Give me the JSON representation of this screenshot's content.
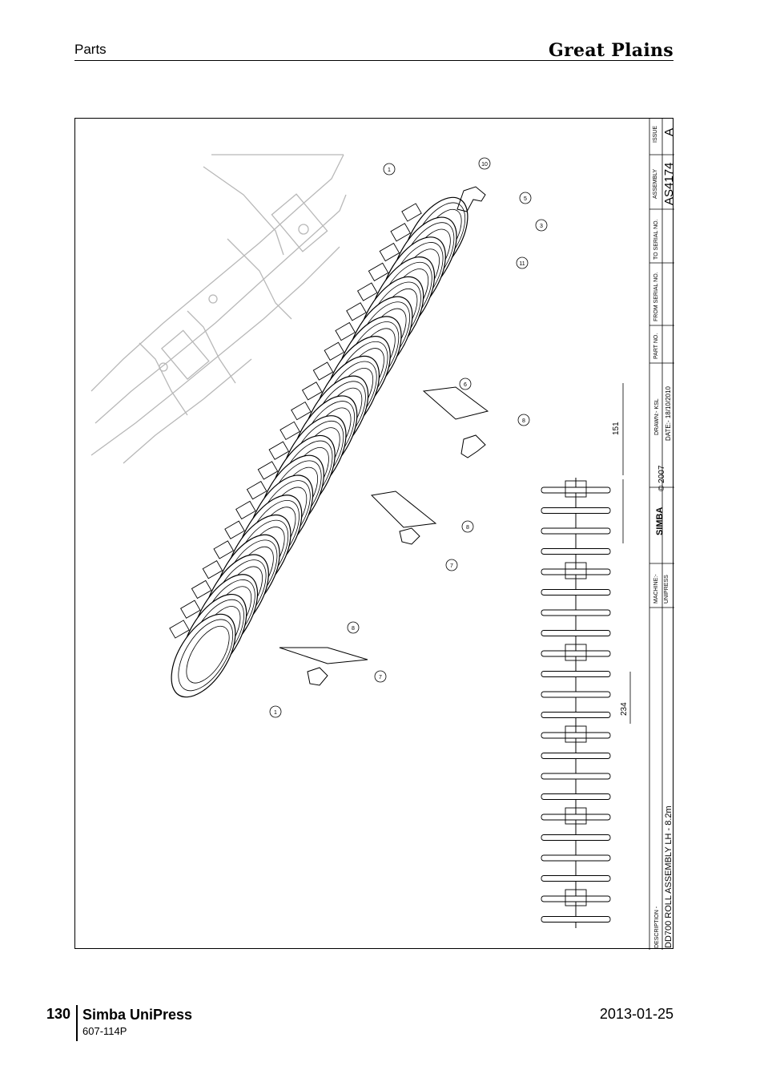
{
  "header": {
    "section": "Parts",
    "brand": "Great Plains"
  },
  "drawing": {
    "issue_label": "ISSUE",
    "issue": "A",
    "assembly_label": "ASSEMBLY",
    "assembly": "AS4174",
    "to_serial_label": "TO SERIAL NO.",
    "from_serial_label": "FROM SERIAL NO.",
    "part_no_label": "PART NO.",
    "drawn_label": "DRAWN:- KSL",
    "date_label": "DATE:- 18/10/2010",
    "logo": "SIMBA",
    "copyright": "© 2007",
    "machine_label": "MACHINE:-",
    "machine": "UNIPRESS",
    "description_label": "DESCRIPTION -",
    "description": "DD700 ROLL ASSEMBLY LH - 8.2m",
    "dims": [
      "151",
      "234"
    ],
    "callouts": [
      "1",
      "10",
      "5",
      "3",
      "11",
      "6",
      "8",
      "8",
      "7",
      "8",
      "7",
      "1"
    ]
  },
  "footer": {
    "page": "130",
    "title": "Simba UniPress",
    "doc": "607-114P",
    "date": "2013-01-25"
  }
}
